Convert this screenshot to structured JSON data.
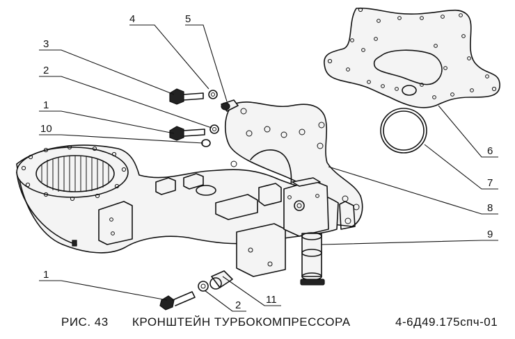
{
  "caption": {
    "figure": "РИС. 43",
    "title": "КРОНШТЕЙН ТУРБОКОМПРЕССОРА",
    "code": "4-6Д49.175спч-01"
  },
  "callouts": [
    {
      "id": "c4",
      "label": "4"
    },
    {
      "id": "c5",
      "label": "5"
    },
    {
      "id": "c3",
      "label": "3"
    },
    {
      "id": "c2a",
      "label": "2"
    },
    {
      "id": "c1a",
      "label": "1"
    },
    {
      "id": "c10",
      "label": "10"
    },
    {
      "id": "c6",
      "label": "6"
    },
    {
      "id": "c7",
      "label": "7"
    },
    {
      "id": "c8",
      "label": "8"
    },
    {
      "id": "c9",
      "label": "9"
    },
    {
      "id": "c1b",
      "label": "1"
    },
    {
      "id": "c2b",
      "label": "2"
    },
    {
      "id": "c11",
      "label": "11"
    }
  ]
}
